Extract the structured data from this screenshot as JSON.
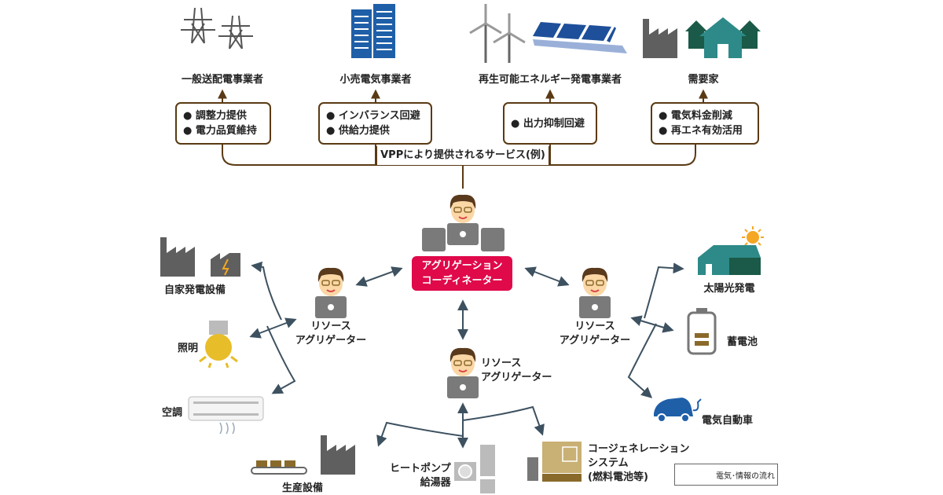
{
  "stakeholders": [
    {
      "name": "一般送配電事業者",
      "icon": "transmission-tower-icon",
      "services": [
        "調整力提供",
        "電力品質維持"
      ]
    },
    {
      "name": "小売電気事業者",
      "icon": "office-building-icon",
      "services": [
        "インバランス回避",
        "供給力提供"
      ]
    },
    {
      "name": "再生可能エネルギー発電事業者",
      "icon": "wind-solar-icon",
      "services": [
        "出力抑制回避"
      ]
    },
    {
      "name": "需要家",
      "icon": "factory-house-icon",
      "services": [
        "電気料金削減",
        "再エネ有効活用"
      ]
    }
  ],
  "services_caption": "VPPにより提供されるサービス(例)",
  "coordinator": {
    "line1": "アグリゲーション",
    "line2": "コーディネーター"
  },
  "resource_aggregators": [
    {
      "line1": "リソース",
      "line2": "アグリゲーター"
    },
    {
      "line1": "リソース",
      "line2": "アグリゲーター"
    },
    {
      "line1": "リソース",
      "line2": "アグリゲーター"
    }
  ],
  "left_resources": [
    "自家発電設備",
    "照明",
    "空調"
  ],
  "right_resources": [
    "太陽光発電",
    "蓄電池",
    "電気自動車"
  ],
  "bottom_resources": {
    "production": "生産設備",
    "heatpump": {
      "line1": "ヒートポンプ",
      "line2": "給湯器"
    },
    "cogeneration": {
      "line1": "コージェネレーション",
      "line2": "システム",
      "line3": "(燃料電池等)"
    }
  },
  "legend": {
    "label": "電気･情報の流れ"
  },
  "colors": {
    "brown": "#5a3a14",
    "arrow": "#3d5160",
    "coordinator": "#e0094a",
    "gray": "#5f5f5f",
    "teal": "#1f6b6b",
    "navy": "#1f5fa8",
    "solar": "#1e4f9a",
    "tan": "#c9b074",
    "sun": "#f5a623"
  }
}
